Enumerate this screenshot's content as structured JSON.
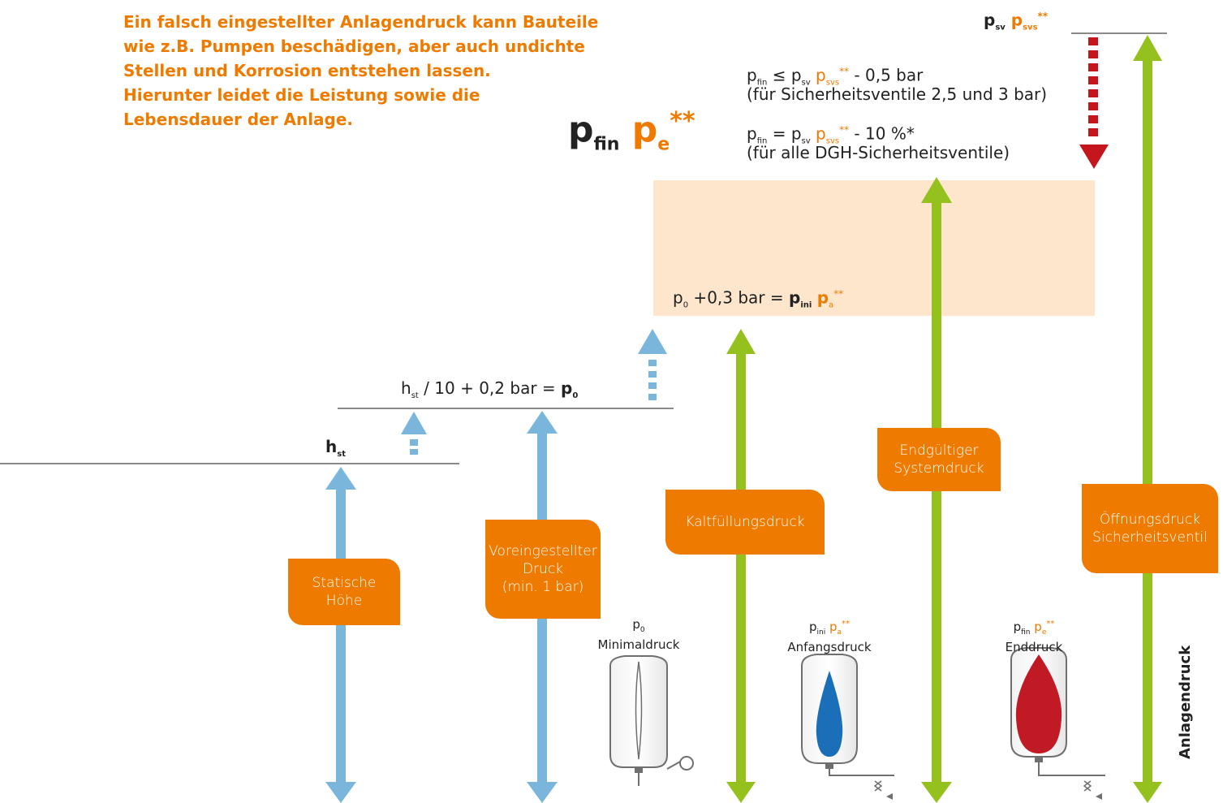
{
  "intro": "Ein falsch eingestellter Anlagendruck kann Bauteile\nwie z.B. Pumpen beschädigen, aber auch undichte\nStellen und Korrosion entstehen lassen.\nHierunter leidet die Leistung sowie die\nLebensdauer der Anlage.",
  "title": {
    "p": "p",
    "sub": "fin",
    "p2": "p",
    "sub2": "e",
    "stars": "**"
  },
  "top_label": {
    "p": "p",
    "sub": "sv",
    "p2": "p",
    "sub2": "svs",
    "stars": "**"
  },
  "formula_le": {
    "p": "p",
    "sub": "fin",
    "rel": " ≤ ",
    "p2": "p",
    "sub2": "sv",
    "p3": "p",
    "sub3": "svs",
    "stars": "**",
    "rest": " - 0,5 bar",
    "note": "(für Sicherheitsventile 2,5 und 3 bar)"
  },
  "formula_eq": {
    "p": "p",
    "sub": "fin",
    "rel": " = ",
    "p2": "p",
    "sub2": "sv",
    "p3": "p",
    "sub3": "svs",
    "stars": "**",
    "rest": " - 10 %*",
    "note": "(für alle DGH-Sicherheitsventile)"
  },
  "formula_ini": {
    "p": "p",
    "sub": "0",
    "mid": " +0,3 bar = ",
    "p2": "p",
    "sub2": "ini",
    "p3": "p",
    "sub3": "a",
    "stars": "**"
  },
  "formula_p0": {
    "h": "h",
    "sub": "st",
    "mid": " / 10 + 0,2 bar = ",
    "p": "p",
    "sub2": "0"
  },
  "hst_label": {
    "h": "h",
    "sub": "st"
  },
  "boxes": {
    "statische": "Statische\nHöhe",
    "voreingestellt": "Voreingestellter\nDruck\n(min. 1 bar)",
    "kaltfuellung": "Kaltfüllungsdruck",
    "endgueltig": "Endgültiger\nSystemdruck",
    "oeffnung": "Öffnungsdruck\nSicherheitsventil"
  },
  "vessels": {
    "minimal": {
      "p": "p",
      "sub": "0",
      "name": "Minimaldruck"
    },
    "anfang": {
      "p": "p",
      "sub": "ini",
      "p2": "p",
      "sub2": "a",
      "stars": "**",
      "name": "Anfangsdruck"
    },
    "end": {
      "p": "p",
      "sub": "fin",
      "p2": "p",
      "sub2": "e",
      "stars": "**",
      "name": "Enddruck"
    }
  },
  "axis_label": "Anlagendruck",
  "colors": {
    "orange": "#ee7b00",
    "blue": "#7ab6dc",
    "green": "#95c11f",
    "red": "#c4161c",
    "band": "#fde6cc",
    "water_blue": "#1b6fb8",
    "water_red": "#c21a24"
  }
}
